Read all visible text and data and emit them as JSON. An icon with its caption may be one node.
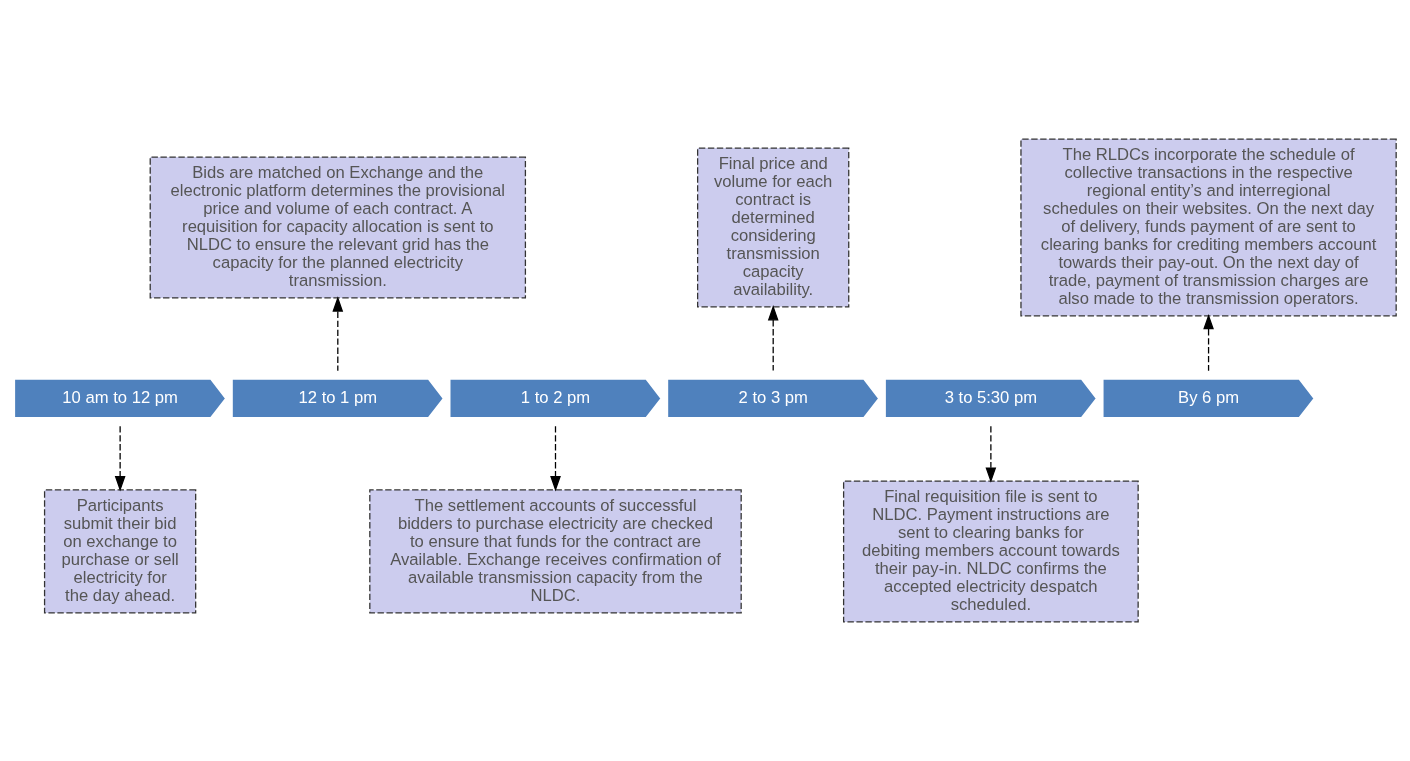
{
  "diagram": {
    "nodes": [
      {
        "text": [
          "10 am to 12 pm"
        ]
      },
      {
        "text": [
          "12 to 1 pm"
        ]
      },
      {
        "text": [
          "1 to 2 pm"
        ]
      },
      {
        "text": [
          "2 to 3 pm"
        ]
      },
      {
        "text": [
          "3 to 5:30 pm"
        ]
      },
      {
        "text": [
          "By 6 pm"
        ]
      },
      {
        "text": [
          "Bids are matched on Exchange and the electronic platform determines the provisional price and volume of each contract. A requisition for capacity allocation is sent to NLDC to ensure the relevant grid has the capacity for the planned electricity transmission."
        ]
      },
      {
        "text": [
          "Final price and volume for each contract is determined considering transmission capacity availability."
        ]
      },
      {
        "text": [
          "The RLDCs incorporate the schedule of collective transactions in the respective regional entity’s and interregional schedules on their websites. On the next day of delivery, funds payment of are sent to clearing banks for crediting members account towards their pay-out. On the next day of trade, payment of transmission charges are also made to the transmission operators."
        ]
      },
      {
        "text": [
          "Participants submit their bid on exchange to purchase or sell electricity for the day ahead."
        ]
      },
      {
        "text": [
          "The settlement accounts of successful bidders to purchase electricity are checked to ensure that funds for the contract are Available. Exchange receives confirmation of available transmission capacity from the NLDC."
        ]
      },
      {
        "text": [
          "Final requisition file is sent to NLDC. Payment instructions are sent to clearing banks for debiting members account towards their pay-in. NLDC confirms the accepted electricity despatch scheduled."
        ]
      }
    ],
    "edges": [
      {
        "from": 0,
        "to": 9,
        "arrow": "to",
        "style": "dashed"
      },
      {
        "from": 1,
        "to": 6,
        "arrow": "to",
        "style": "dashed"
      },
      {
        "from": 2,
        "to": 10,
        "arrow": "to",
        "style": "dashed"
      },
      {
        "from": 3,
        "to": 7,
        "arrow": "to",
        "style": "dashed"
      },
      {
        "from": 4,
        "to": 11,
        "arrow": "to",
        "style": "dashed"
      },
      {
        "from": 5,
        "to": 8,
        "arrow": "to",
        "style": "dashed"
      }
    ]
  }
}
